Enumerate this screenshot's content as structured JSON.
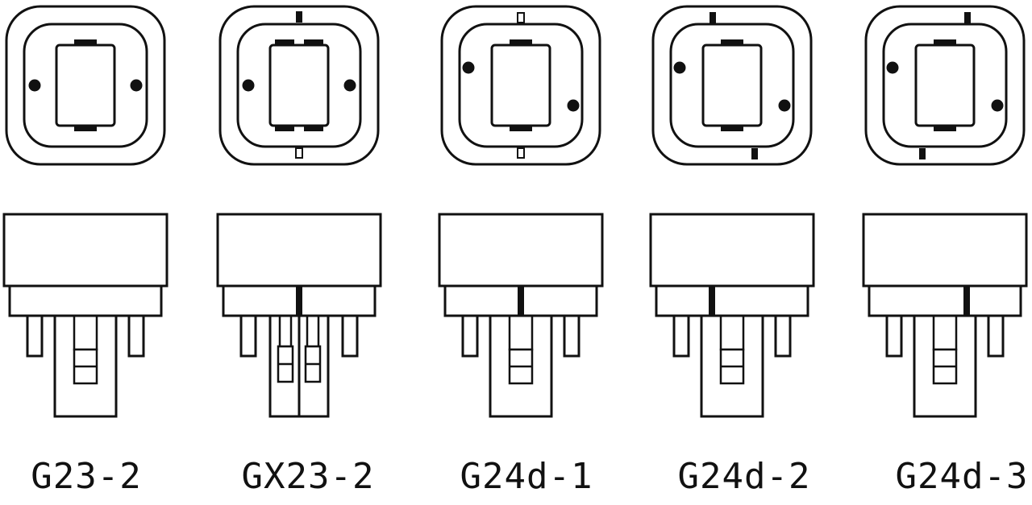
{
  "colors": {
    "stroke": "#111111",
    "background": "#ffffff"
  },
  "bases": [
    {
      "label": "G23-2",
      "variant": "G23-2"
    },
    {
      "label": "GX23-2",
      "variant": "GX23-2"
    },
    {
      "label": "G24d-1",
      "variant": "G24d-1"
    },
    {
      "label": "G24d-2",
      "variant": "G24d-2"
    },
    {
      "label": "G24d-3",
      "variant": "G24d-3"
    }
  ]
}
